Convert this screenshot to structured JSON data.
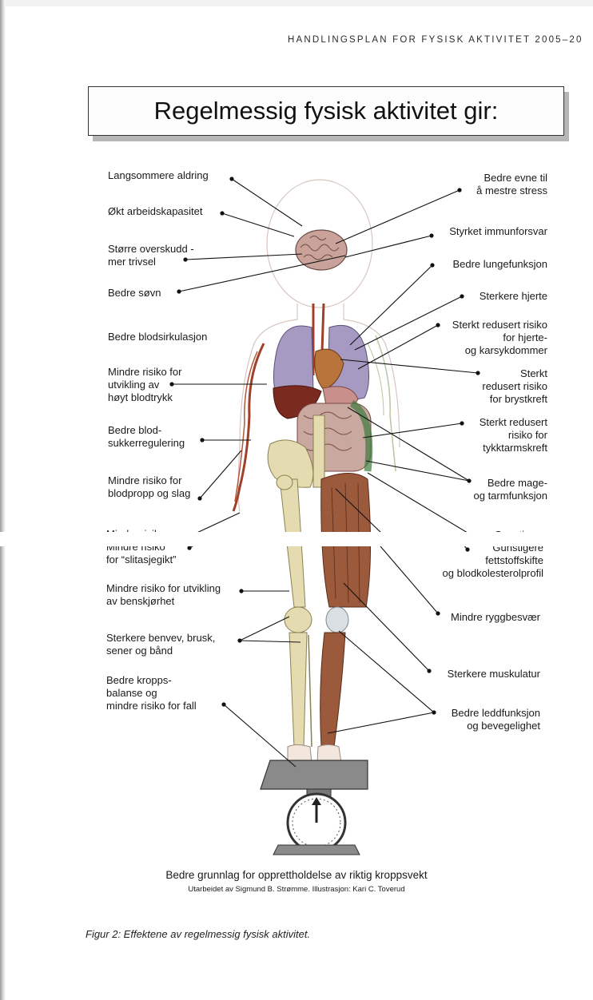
{
  "header": "HANDLINGSPLAN FOR FYSISK AKTIVITET 2005–20",
  "title": "Regelmessig fysisk aktivitet gir:",
  "labels_left": [
    "Langsommere aldring",
    "Økt arbeidskapasitet",
    "Større overskudd -\nmer trivsel",
    "Bedre søvn",
    "Bedre blodsirkulasjon",
    "Mindre risiko for\nutvikling av\nhøyt blodtrykk",
    "Bedre blod-\nsukkerregulering",
    "Mindre risiko for\nblodpropp og slag",
    "Mindre risiko\nfor “slitasjegikt”",
    "Mindre risiko for utvikling\nav benskjørhet",
    "Sterkere benvev, brusk,\nsener og bånd",
    "Bedre kropps-\nbalanse og\nmindre risiko for fall"
  ],
  "labels_right": [
    "Bedre evne til\nå mestre stress",
    "Styrket immunforsvar",
    "Bedre lungefunksjon",
    "Sterkere hjerte",
    "Sterkt redusert risiko\nfor hjerte-\nog karsykdommer",
    "Sterkt\nredusert risiko\nfor brystkreft",
    "Sterkt redusert\nrisiko for\ntykktarmskreft",
    "Bedre mage-\nog tarmfunksjon",
    "Gunstigere\nfettstoffskifte\nog blodkolesterolprofil",
    "Mindre ryggbesvær",
    "Sterkere muskulatur",
    "Bedre leddfunksjon\nog bevegelighet"
  ],
  "caption_main": "Bedre grunnlag for opprettholdelse av riktig kroppsvekt",
  "caption_credit": "Utarbeidet av Sigmund B. Strømme. Illustrasjon: Kari C. Toverud",
  "figure_caption": "Figur 2: Effektene av regelmessig fysisk aktivitet.",
  "colors": {
    "lungs": "#a79ac2",
    "liver": "#7a2a1e",
    "muscle": "#9b5a3c",
    "bone": "#e4dcb0",
    "scale": "#8a8a8a",
    "brain": "#c9a39a"
  }
}
